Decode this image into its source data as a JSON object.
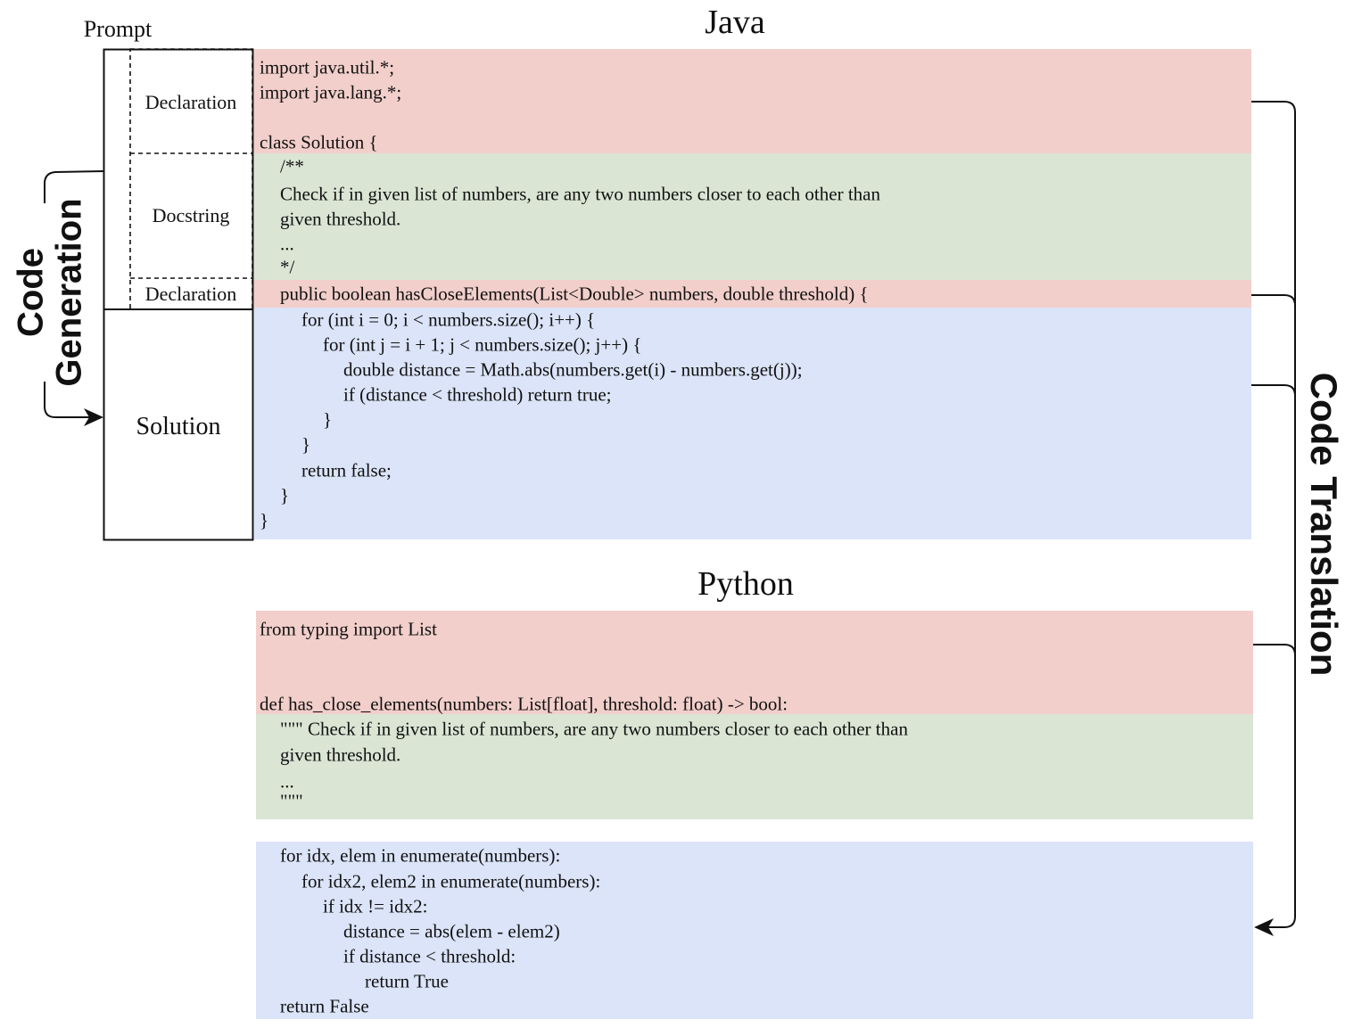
{
  "colors": {
    "declaration": "#f2cfcb",
    "docstring": "#dae5d4",
    "solution": "#dbe4f8"
  },
  "labels": {
    "prompt": "Prompt",
    "declaration_top": "Declaration",
    "docstring": "Docstring",
    "declaration_bottom": "Declaration",
    "solution": "Solution",
    "code_generation_line1": "Code",
    "code_generation_line2": "Generation",
    "code_translation": "Code Translation"
  },
  "java": {
    "title": "Java",
    "lines": [
      "import java.util.*;",
      "import java.lang.*;",
      "class Solution {",
      "/**",
      "Check if in given list of numbers, are any two numbers closer to each other than",
      "given threshold.",
      "...",
      "*/",
      "public boolean hasCloseElements(List<Double> numbers, double threshold) {",
      "for (int i = 0; i < numbers.size(); i++) {",
      "for (int j = i + 1; j < numbers.size(); j++) {",
      "double distance = Math.abs(numbers.get(i) - numbers.get(j));",
      "if (distance < threshold) return true;",
      "}",
      "}",
      "return false;",
      "}",
      "}"
    ]
  },
  "python": {
    "title": "Python",
    "lines": [
      "from typing import List",
      "def has_close_elements(numbers: List[float], threshold: float) -> bool:",
      "\"\"\" Check if in given list of numbers, are any two numbers closer to each other than",
      "given threshold.",
      "...",
      "\"\"\"",
      "for idx, elem in enumerate(numbers):",
      "for idx2, elem2 in enumerate(numbers):",
      "if idx != idx2:",
      "distance = abs(elem - elem2)",
      "if distance < threshold:",
      "return True",
      "return False"
    ]
  }
}
